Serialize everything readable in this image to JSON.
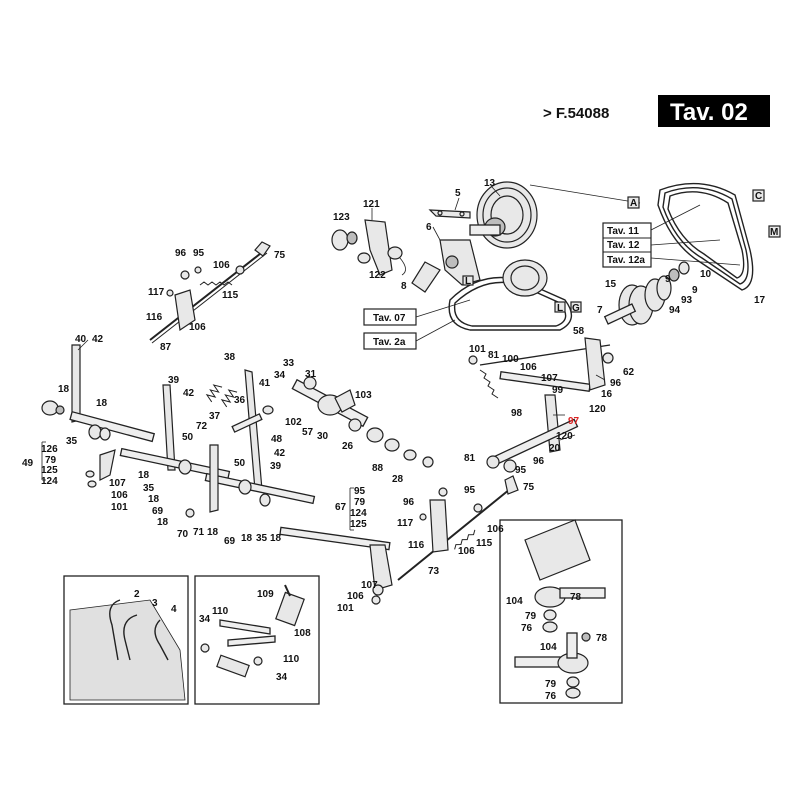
{
  "header": {
    "reference": "> F.54088",
    "table_badge": "Tav. 02"
  },
  "cross_refs": [
    "Tav. 11",
    "Tav. 12",
    "Tav. 12a",
    "Tav. 07",
    "Tav. 2a"
  ],
  "belt_markers": [
    "A",
    "C",
    "M",
    "L",
    "G",
    "L"
  ],
  "labels": {
    "l1": "5",
    "l2": "6",
    "l3": "13",
    "l4": "121",
    "l5": "123",
    "l6": "122",
    "l7": "8",
    "l8": "96",
    "l9": "95",
    "l10": "106",
    "l11": "75",
    "l12": "117",
    "l13": "115",
    "l14": "116",
    "l15": "106",
    "l16": "87",
    "l17": "40",
    "l18": "42",
    "l19": "18",
    "l20": "18",
    "l21": "35",
    "l22": "126",
    "l23": "79",
    "l24": "125",
    "l25": "124",
    "l26": "49",
    "l27": "107",
    "l28": "106",
    "l29": "101",
    "l30": "38",
    "l31": "39",
    "l32": "42",
    "l33": "33",
    "l34": "34",
    "l35": "41",
    "l36": "36",
    "l37": "37",
    "l38": "72",
    "l39": "50",
    "l40": "18",
    "l41": "35",
    "l42": "18",
    "l43": "69",
    "l44": "18",
    "l45": "70",
    "l46": "71",
    "l47": "18",
    "l48": "69",
    "l49": "18",
    "l50": "35",
    "l51": "18",
    "l52": "50",
    "l53": "39",
    "l54": "42",
    "l55": "48",
    "l56": "31",
    "l57": "103",
    "l58": "102",
    "l59": "57",
    "l60": "30",
    "l61": "26",
    "l62": "88",
    "l63": "28",
    "l64": "101",
    "l65": "81",
    "l66": "100",
    "l67": "106",
    "l68": "107",
    "l69": "99",
    "l70": "98",
    "l71": "97",
    "l72": "120",
    "l73": "20",
    "l74": "81",
    "l75": "95",
    "l76": "96",
    "l77": "58",
    "l78": "62",
    "l79": "96",
    "l80": "16",
    "l81": "120",
    "l82": "7",
    "l83": "15",
    "l84": "9",
    "l85": "93",
    "l86": "94",
    "l87": "9",
    "l88": "10",
    "l89": "17",
    "l90": "95",
    "l91": "79",
    "l92": "67",
    "l93": "124",
    "l94": "125",
    "l95": "96",
    "l96": "95",
    "l97": "117",
    "l98": "116",
    "l99": "75",
    "l100": "106",
    "l101": "115",
    "l102": "106",
    "l103": "73",
    "l104": "107",
    "l105": "106",
    "l106": "101",
    "l107": "2",
    "l108": "3",
    "l109": "4",
    "l110": "109",
    "l111": "110",
    "l112": "34",
    "l113": "108",
    "l114": "110",
    "l115": "34",
    "l116": "104",
    "l117": "78",
    "l118": "79",
    "l119": "76",
    "l120": "78",
    "l121": "104",
    "l122": "79",
    "l123": "76"
  }
}
